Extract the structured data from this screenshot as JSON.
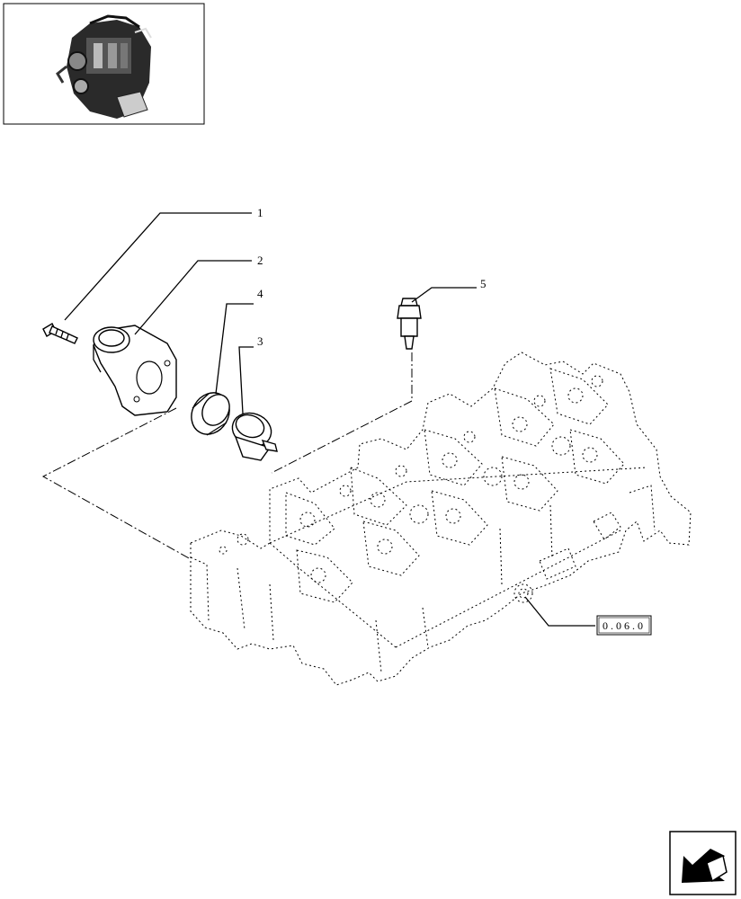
{
  "callouts": [
    {
      "id": "1",
      "label": "1"
    },
    {
      "id": "2",
      "label": "2"
    },
    {
      "id": "3",
      "label": "3"
    },
    {
      "id": "4",
      "label": "4"
    },
    {
      "id": "5",
      "label": "5"
    }
  ],
  "reference": {
    "label": "0.06.0"
  },
  "colors": {
    "line": "#000000",
    "background": "#ffffff"
  },
  "icons": {
    "thumbnail": "engine-thumbnail-icon",
    "nav": "next-page-arrow-icon"
  }
}
